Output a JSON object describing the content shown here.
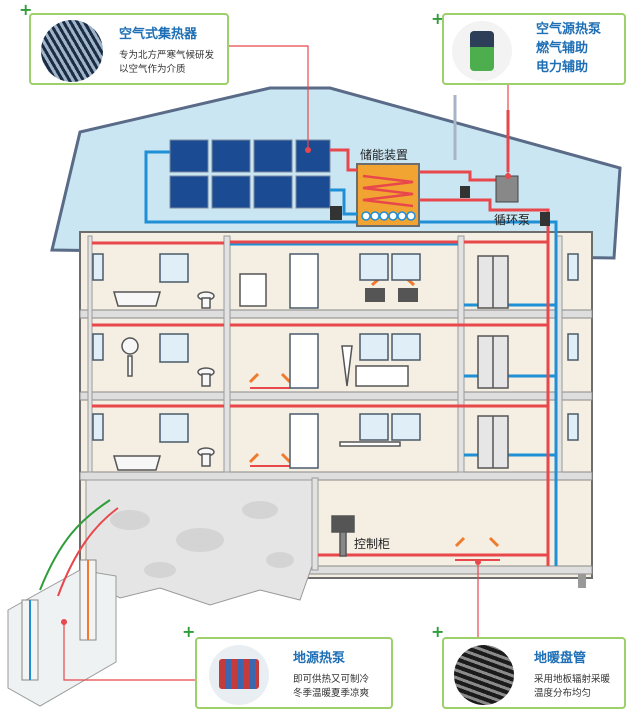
{
  "callouts": {
    "air_collector": {
      "title": "空气式集热器",
      "desc_line1": "专为北方严寒气候研发",
      "desc_line2": "以空气作为介质"
    },
    "air_source": {
      "line1": "空气源热泵",
      "line2": "燃气辅助",
      "line3": "电力辅助"
    },
    "ground_source": {
      "title": "地源热泵",
      "desc_line1": "即可供热又可制冷",
      "desc_line2": "冬季温暖夏季凉爽"
    },
    "floor_heating": {
      "title": "地暖盘管",
      "desc_line1": "采用地板辐射采暖",
      "desc_line2": "温度分布均匀"
    }
  },
  "labels": {
    "storage": "储能装置",
    "pump": "循环泵",
    "control": "控制柜"
  },
  "colors": {
    "hot_pipe": "#e8474b",
    "cold_pipe": "#1f8fd6",
    "callout_border": "#9dcf6b",
    "title_blue": "#1e6fb5",
    "roof_fill": "#c9e6f2",
    "roof_stroke": "#5a6b88",
    "plus_green": "#2e9d3a"
  }
}
